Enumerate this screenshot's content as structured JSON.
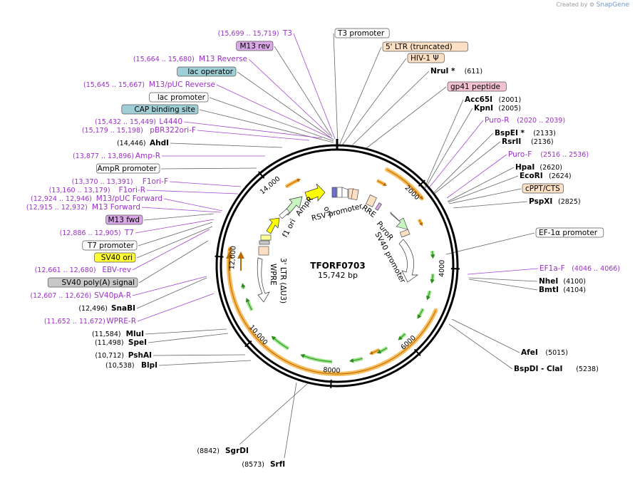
{
  "watermark": {
    "prefix": "Created by",
    "brand": "SnapGene"
  },
  "plasmid": {
    "name": "TFORF0703",
    "length_label": "15,742 bp"
  },
  "ticks": [
    "2000",
    "4000",
    "6000",
    "8000",
    "10,000",
    "12,000",
    "14,000"
  ],
  "left_labels": [
    {
      "coord": "(15,699 .. 15,719)",
      "name": "T3",
      "style": "purple"
    },
    {
      "coord": "",
      "name": "M13 rev",
      "style": "badge-purple"
    },
    {
      "coord": "(15,664 .. 15,680)",
      "name": "M13 Reverse",
      "style": "purple"
    },
    {
      "coord": "",
      "name": "lac operator",
      "style": "badge-teal"
    },
    {
      "coord": "(15,645 .. 15,667)",
      "name": "M13/pUC Reverse",
      "style": "purple"
    },
    {
      "coord": "",
      "name": "lac promoter",
      "style": "badge-white"
    },
    {
      "coord": "",
      "name": "CAP binding site",
      "style": "badge-teal"
    },
    {
      "coord": "(15,432 .. 15,449)",
      "name": "L4440",
      "style": "purple"
    },
    {
      "coord": "(15,179 .. 15,198)",
      "name": "pBR322ori-F",
      "style": "purple"
    },
    {
      "coord": "(14,446)",
      "name": "AhdI",
      "style": "bold"
    },
    {
      "coord": "(13,877 .. 13,896)",
      "name": "Amp-R",
      "style": "purple"
    },
    {
      "coord": "",
      "name": "AmpR promoter",
      "style": "badge-white"
    },
    {
      "coord": "(13,370 .. 13,391)",
      "name": "F1ori-F",
      "style": "purple"
    },
    {
      "coord": "(13,160 .. 13,179)",
      "name": "F1ori-R",
      "style": "purple"
    },
    {
      "coord": "(12,924 .. 12,946)",
      "name": "M13/pUC Forward",
      "style": "purple"
    },
    {
      "coord": "(12,915 .. 12,932)",
      "name": "M13 Forward",
      "style": "purple"
    },
    {
      "coord": "",
      "name": "M13 fwd",
      "style": "badge-purple"
    },
    {
      "coord": "(12,886 .. 12,905)",
      "name": "T7",
      "style": "purple"
    },
    {
      "coord": "",
      "name": "T7 promoter",
      "style": "badge-white"
    },
    {
      "coord": "",
      "name": "SV40 ori",
      "style": "badge-yellow"
    },
    {
      "coord": "(12,661 .. 12,680)",
      "name": "EBV-rev",
      "style": "purple"
    },
    {
      "coord": "",
      "name": "SV40 poly(A) signal",
      "style": "badge-gray"
    },
    {
      "coord": "(12,607 .. 12,626)",
      "name": "SV40pA-R",
      "style": "purple"
    },
    {
      "coord": "(12,496)",
      "name": "SnaBI",
      "style": "bold"
    },
    {
      "coord": "(11,652 .. 11,672)",
      "name": "WPRE-R",
      "style": "purple"
    },
    {
      "coord": "(11,584)",
      "name": "MluI",
      "style": "bold"
    },
    {
      "coord": "(11,498)",
      "name": "SpeI",
      "style": "bold"
    },
    {
      "coord": "(10,712)",
      "name": "PshAI",
      "style": "bold"
    },
    {
      "coord": "(10,538)",
      "name": "BlpI",
      "style": "bold"
    }
  ],
  "right_labels": [
    {
      "coord": "",
      "name": "T3 promoter",
      "style": "badge-white"
    },
    {
      "coord": "",
      "name": "5' LTR (truncated)",
      "style": "badge-orange"
    },
    {
      "coord": "",
      "name": "HIV-1 Ψ",
      "style": "badge-orange"
    },
    {
      "coord": "(611)",
      "name": "NruI *",
      "style": "bold"
    },
    {
      "coord": "",
      "name": "gp41 peptide",
      "style": "badge-pink"
    },
    {
      "coord": "(2001)",
      "name": "Acc65I",
      "style": "bold"
    },
    {
      "coord": "(2005)",
      "name": "KpnI",
      "style": "bold"
    },
    {
      "coord": "(2020 .. 2039)",
      "name": "Puro-R",
      "style": "purple"
    },
    {
      "coord": "(2133)",
      "name": "BspEI *",
      "style": "bold"
    },
    {
      "coord": "(2136)",
      "name": "RsrII",
      "style": "bold"
    },
    {
      "coord": "(2516 .. 2536)",
      "name": "Puro-F",
      "style": "purple"
    },
    {
      "coord": "(2620)",
      "name": "HpaI",
      "style": "bold"
    },
    {
      "coord": "(2624)",
      "name": "EcoRI",
      "style": "bold"
    },
    {
      "coord": "",
      "name": "cPPT/CTS",
      "style": "badge-orange"
    },
    {
      "coord": "(2825)",
      "name": "PspXI",
      "style": "bold"
    },
    {
      "coord": "",
      "name": "EF-1α promoter",
      "style": "badge-white"
    },
    {
      "coord": "(4046 .. 4066)",
      "name": "EF1a-F",
      "style": "purple"
    },
    {
      "coord": "(4100)",
      "name": "NheI",
      "style": "bold"
    },
    {
      "coord": "(4104)",
      "name": "BmtI",
      "style": "bold"
    },
    {
      "coord": "(5015)",
      "name": "AfeI",
      "style": "bold"
    },
    {
      "coord": "(5238)",
      "name": "BspDI - ClaI",
      "style": "bold"
    },
    {
      "coord": "(8842)",
      "name": "SgrDI",
      "style": "bold"
    },
    {
      "coord": "(8573)",
      "name": "SrfI",
      "style": "bold"
    }
  ],
  "inner_features": [
    "ori",
    "AmpR",
    "f1 ori",
    "RSV promoter",
    "RRE",
    "PuroR",
    "SV40 promoter",
    "3' LTR (ΔU3)",
    "WPRE"
  ],
  "colors": {
    "purple_text": "#9b30c8",
    "badge_purple": "#d9a8e6",
    "badge_teal": "#9fcfd6",
    "badge_yellow": "#ffff33",
    "badge_gray": "#c8c8c8",
    "badge_orange": "#fde0c4",
    "badge_pink": "#f2c2d4",
    "orange_arc": "#f5a623",
    "green_arrow": "#3a9a2a"
  }
}
